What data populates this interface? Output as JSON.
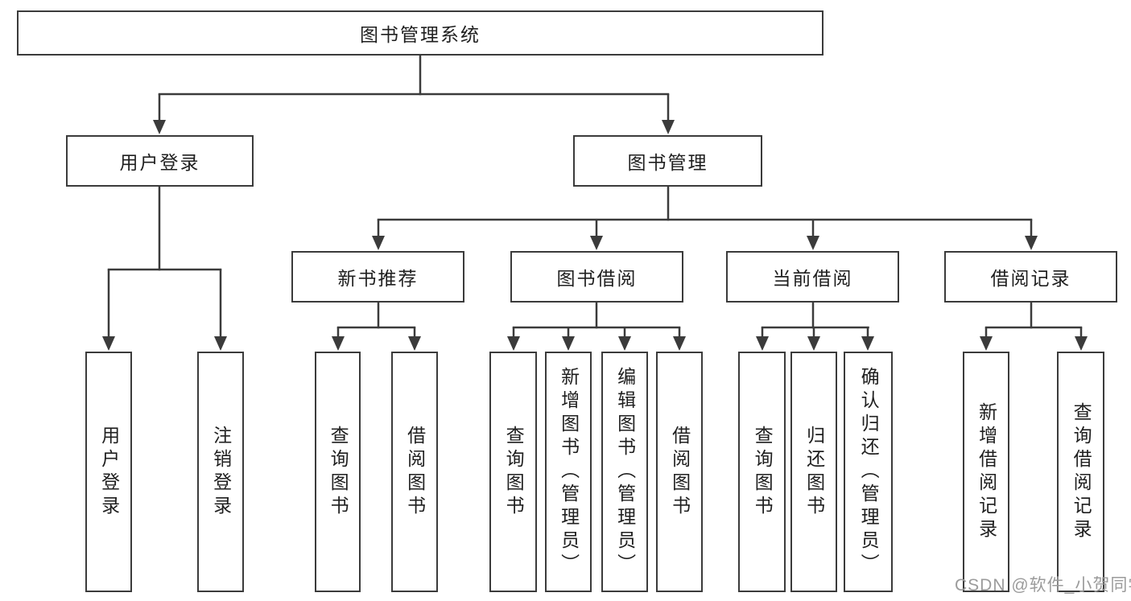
{
  "diagram": {
    "root": {
      "label": "图书管理系统",
      "children": [
        {
          "label": "用户登录",
          "children": [
            {
              "label": "用户登录"
            },
            {
              "label": "注销登录"
            }
          ]
        },
        {
          "label": "图书管理",
          "children": [
            {
              "label": "新书推荐",
              "children": [
                {
                  "label": "查询图书"
                },
                {
                  "label": "借阅图书"
                }
              ]
            },
            {
              "label": "图书借阅",
              "children": [
                {
                  "label": "查询图书"
                },
                {
                  "label": "新增图书（管理员）"
                },
                {
                  "label": "编辑图书（管理员）"
                },
                {
                  "label": "借阅图书"
                }
              ]
            },
            {
              "label": "当前借阅",
              "children": [
                {
                  "label": "查询图书"
                },
                {
                  "label": "归还图书"
                },
                {
                  "label": "确认归还（管理员）"
                }
              ]
            },
            {
              "label": "借阅记录",
              "children": [
                {
                  "label": "新增借阅记录"
                },
                {
                  "label": "查询借阅记录"
                }
              ]
            }
          ]
        }
      ]
    }
  },
  "watermark": {
    "text": "CSDN @软件_小贺同学"
  },
  "colors": {
    "line": "#3b3b3b",
    "text": "#1f1f1f",
    "box_background": "#ffffff",
    "watermark": "#9b9b9b",
    "page_background": "#ffffff"
  }
}
